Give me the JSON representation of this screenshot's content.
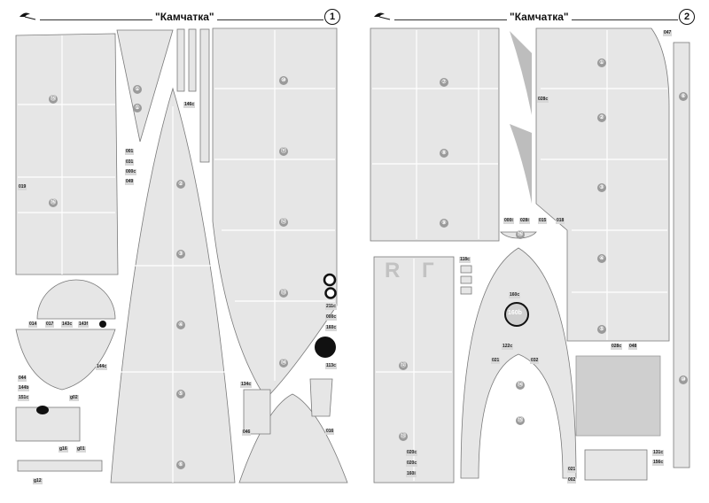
{
  "sheet1": {
    "title": "\"Камчатка\"",
    "page_number": "1",
    "logo_icon": "publisher-bird-logo",
    "part_labels": [
      "001",
      "031",
      "000c",
      "049",
      "019",
      "014",
      "017",
      "143c",
      "143f",
      "144c",
      "146c",
      "211c",
      "000c",
      "160c",
      "113c",
      "134c",
      "046",
      "016",
      "044",
      "144b",
      "151c",
      "g02",
      "g16",
      "g01",
      "g12"
    ],
    "part_numbers": [
      "①",
      "①",
      "②",
      "③",
      "④",
      "⑤",
      "⑥",
      "⑩",
      "⑪",
      "⑫",
      "⑬",
      "⑭",
      "⑮",
      "⑯"
    ]
  },
  "sheet2": {
    "title": "\"Камчатка\"",
    "page_number": "2",
    "logo_icon": "publisher-bird-logo",
    "part_labels": [
      "047",
      "028c",
      "000i",
      "028i",
      "015",
      "018",
      "118c",
      "160c",
      "122c",
      "021",
      "032",
      "028c",
      "048",
      "020c",
      "020c",
      "160i",
      "021",
      "002",
      "131c",
      "156c"
    ],
    "part_numbers": [
      "①",
      "②",
      "③",
      "④",
      "⑤",
      "⑥",
      "⑦",
      "⑧",
      "⑨",
      "⑩",
      "⑫",
      "⑬",
      "⑭",
      "⑮",
      "⑯"
    ],
    "stamp_letters": [
      "R",
      "Г"
    ],
    "disc_text": "160b"
  },
  "colors": {
    "part_fill": "#e6e6e6",
    "outline": "#7a7a7a",
    "dark": "#111111",
    "label_bg": "#d8d8d8"
  }
}
